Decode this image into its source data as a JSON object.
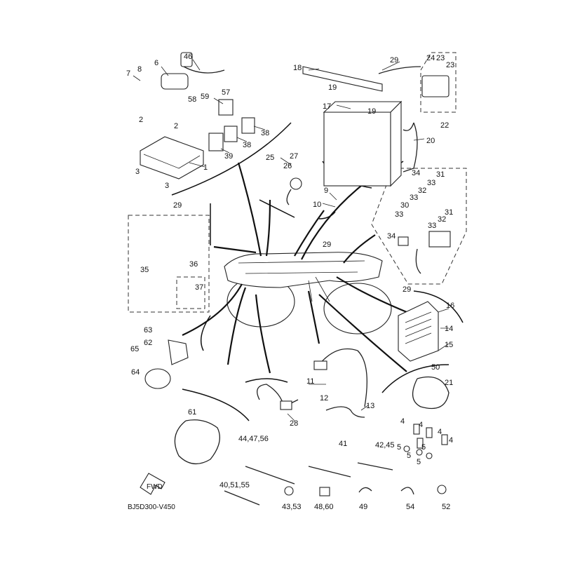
{
  "diagram_code": "BJ5D300-V450",
  "fwd_label": "FWD",
  "callouts": [
    "46",
    "6",
    "7",
    "8",
    "59",
    "58",
    "57",
    "2",
    "2",
    "38",
    "38",
    "39",
    "1",
    "3",
    "3",
    "25",
    "27",
    "26",
    "9",
    "10",
    "18",
    "29",
    "24",
    "23",
    "23",
    "19",
    "19",
    "17",
    "22",
    "20",
    "34",
    "31",
    "33",
    "32",
    "33",
    "31",
    "30",
    "33",
    "32",
    "33",
    "34",
    "29",
    "29",
    "35",
    "36",
    "37",
    "29",
    "16",
    "14",
    "15",
    "63",
    "62",
    "65",
    "64",
    "50",
    "21",
    "11",
    "12",
    "13",
    "28",
    "61",
    "4",
    "4",
    "4",
    "4",
    "5",
    "5",
    "5",
    "5",
    "44,47,56",
    "41",
    "42,45",
    "40,51,55",
    "43,53",
    "48,60",
    "49",
    "54",
    "52"
  ]
}
